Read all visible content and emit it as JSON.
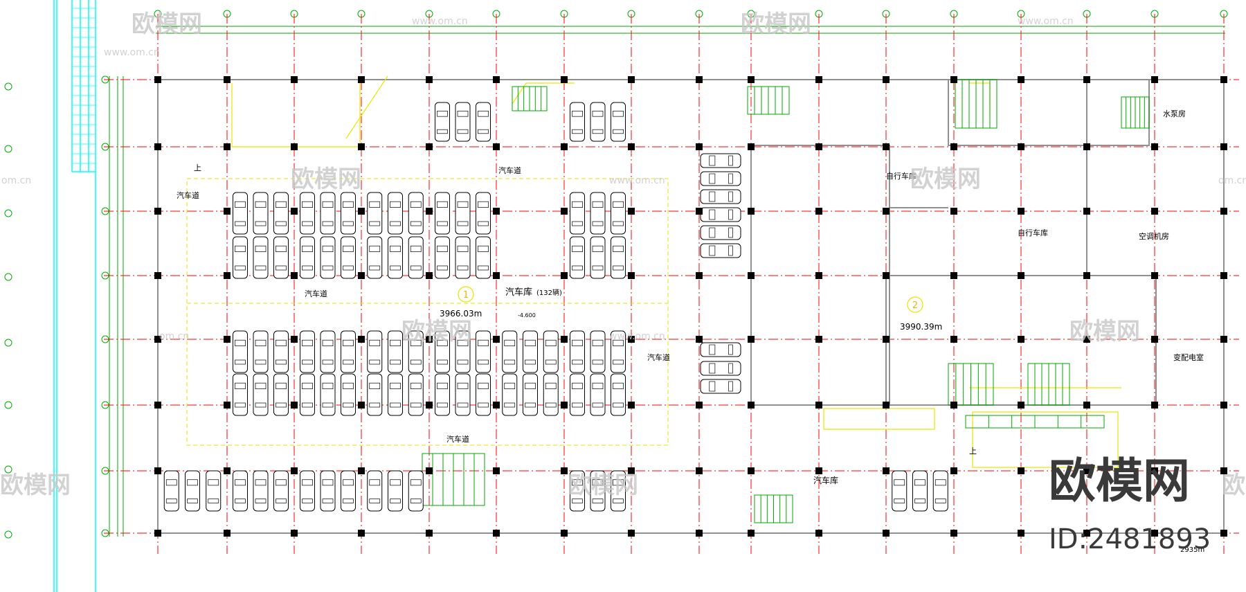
{
  "labels": {
    "car_garage": "汽车库",
    "car_garage_count": "(132辆)",
    "car_lane": "汽车道",
    "area_1": "3966.03m",
    "area_2": "3990.39m",
    "area_3": "2935m",
    "zone_1": "1",
    "zone_2": "2",
    "up": "上",
    "pump_room": "水泵房",
    "bike_garage": "自行车库",
    "bike_garage_2": "自行车库",
    "ac_room": "空调机房",
    "substation": "变配电室",
    "parking_b": "汽车库",
    "dim_pm600": "-4.600"
  },
  "watermark": {
    "brand": "欧模网",
    "site": "www.om.cn",
    "site_short": "om.cn",
    "id": "ID:2481893"
  },
  "colors": {
    "background": "#ffffff",
    "column": "#000000",
    "axis_red": "#ff0000",
    "axis_green": "#00aa00",
    "wall_gray": "#808080",
    "annotation_yellow": "#e6e600",
    "frame_cyan": "#00ffff",
    "watermark_gray": "#c8c8c8"
  }
}
